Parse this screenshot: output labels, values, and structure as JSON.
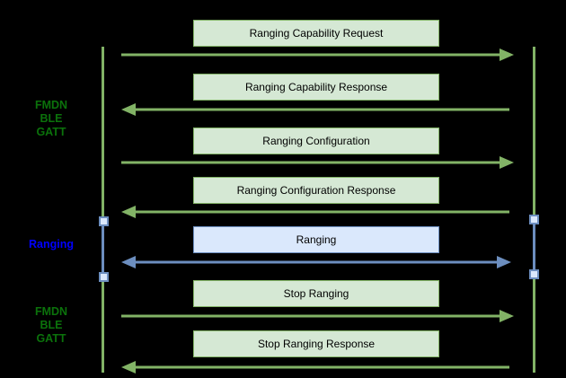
{
  "diagram_type": "sequence-diagram",
  "colors": {
    "background": "#000000",
    "green_fill": "#d5e8d4",
    "green_stroke": "#82b366",
    "blue_fill": "#dae8fc",
    "blue_stroke": "#6c8ebf",
    "phase_green_text": "#0b720b",
    "phase_blue_text": "#0000ff",
    "box_text": "#000000"
  },
  "phases": [
    {
      "id": "fmdn-ble-gatt-top",
      "lines": [
        "FMDN",
        "BLE",
        "GATT"
      ],
      "color": "#0b720b"
    },
    {
      "id": "ranging",
      "lines": [
        "Ranging"
      ],
      "color": "#0000ff"
    },
    {
      "id": "fmdn-ble-gatt-bottom",
      "lines": [
        "FMDN",
        "BLE",
        "GATT"
      ],
      "color": "#0b720b"
    }
  ],
  "messages": [
    {
      "label": "Ranging Capability Request",
      "direction": "right",
      "channel": "green"
    },
    {
      "label": "Ranging Capability Response",
      "direction": "left",
      "channel": "green"
    },
    {
      "label": "Ranging Configuration",
      "direction": "right",
      "channel": "green"
    },
    {
      "label": "Ranging Configuration Response",
      "direction": "left",
      "channel": "green"
    },
    {
      "label": "Ranging",
      "direction": "both",
      "channel": "blue"
    },
    {
      "label": "Stop Ranging",
      "direction": "right",
      "channel": "green"
    },
    {
      "label": "Stop Ranging Response",
      "direction": "left",
      "channel": "green"
    }
  ],
  "lifelines": [
    {
      "id": "left",
      "segments": [
        "green",
        "blue",
        "green"
      ]
    },
    {
      "id": "right",
      "segments": [
        "green",
        "blue",
        "green"
      ]
    }
  ]
}
